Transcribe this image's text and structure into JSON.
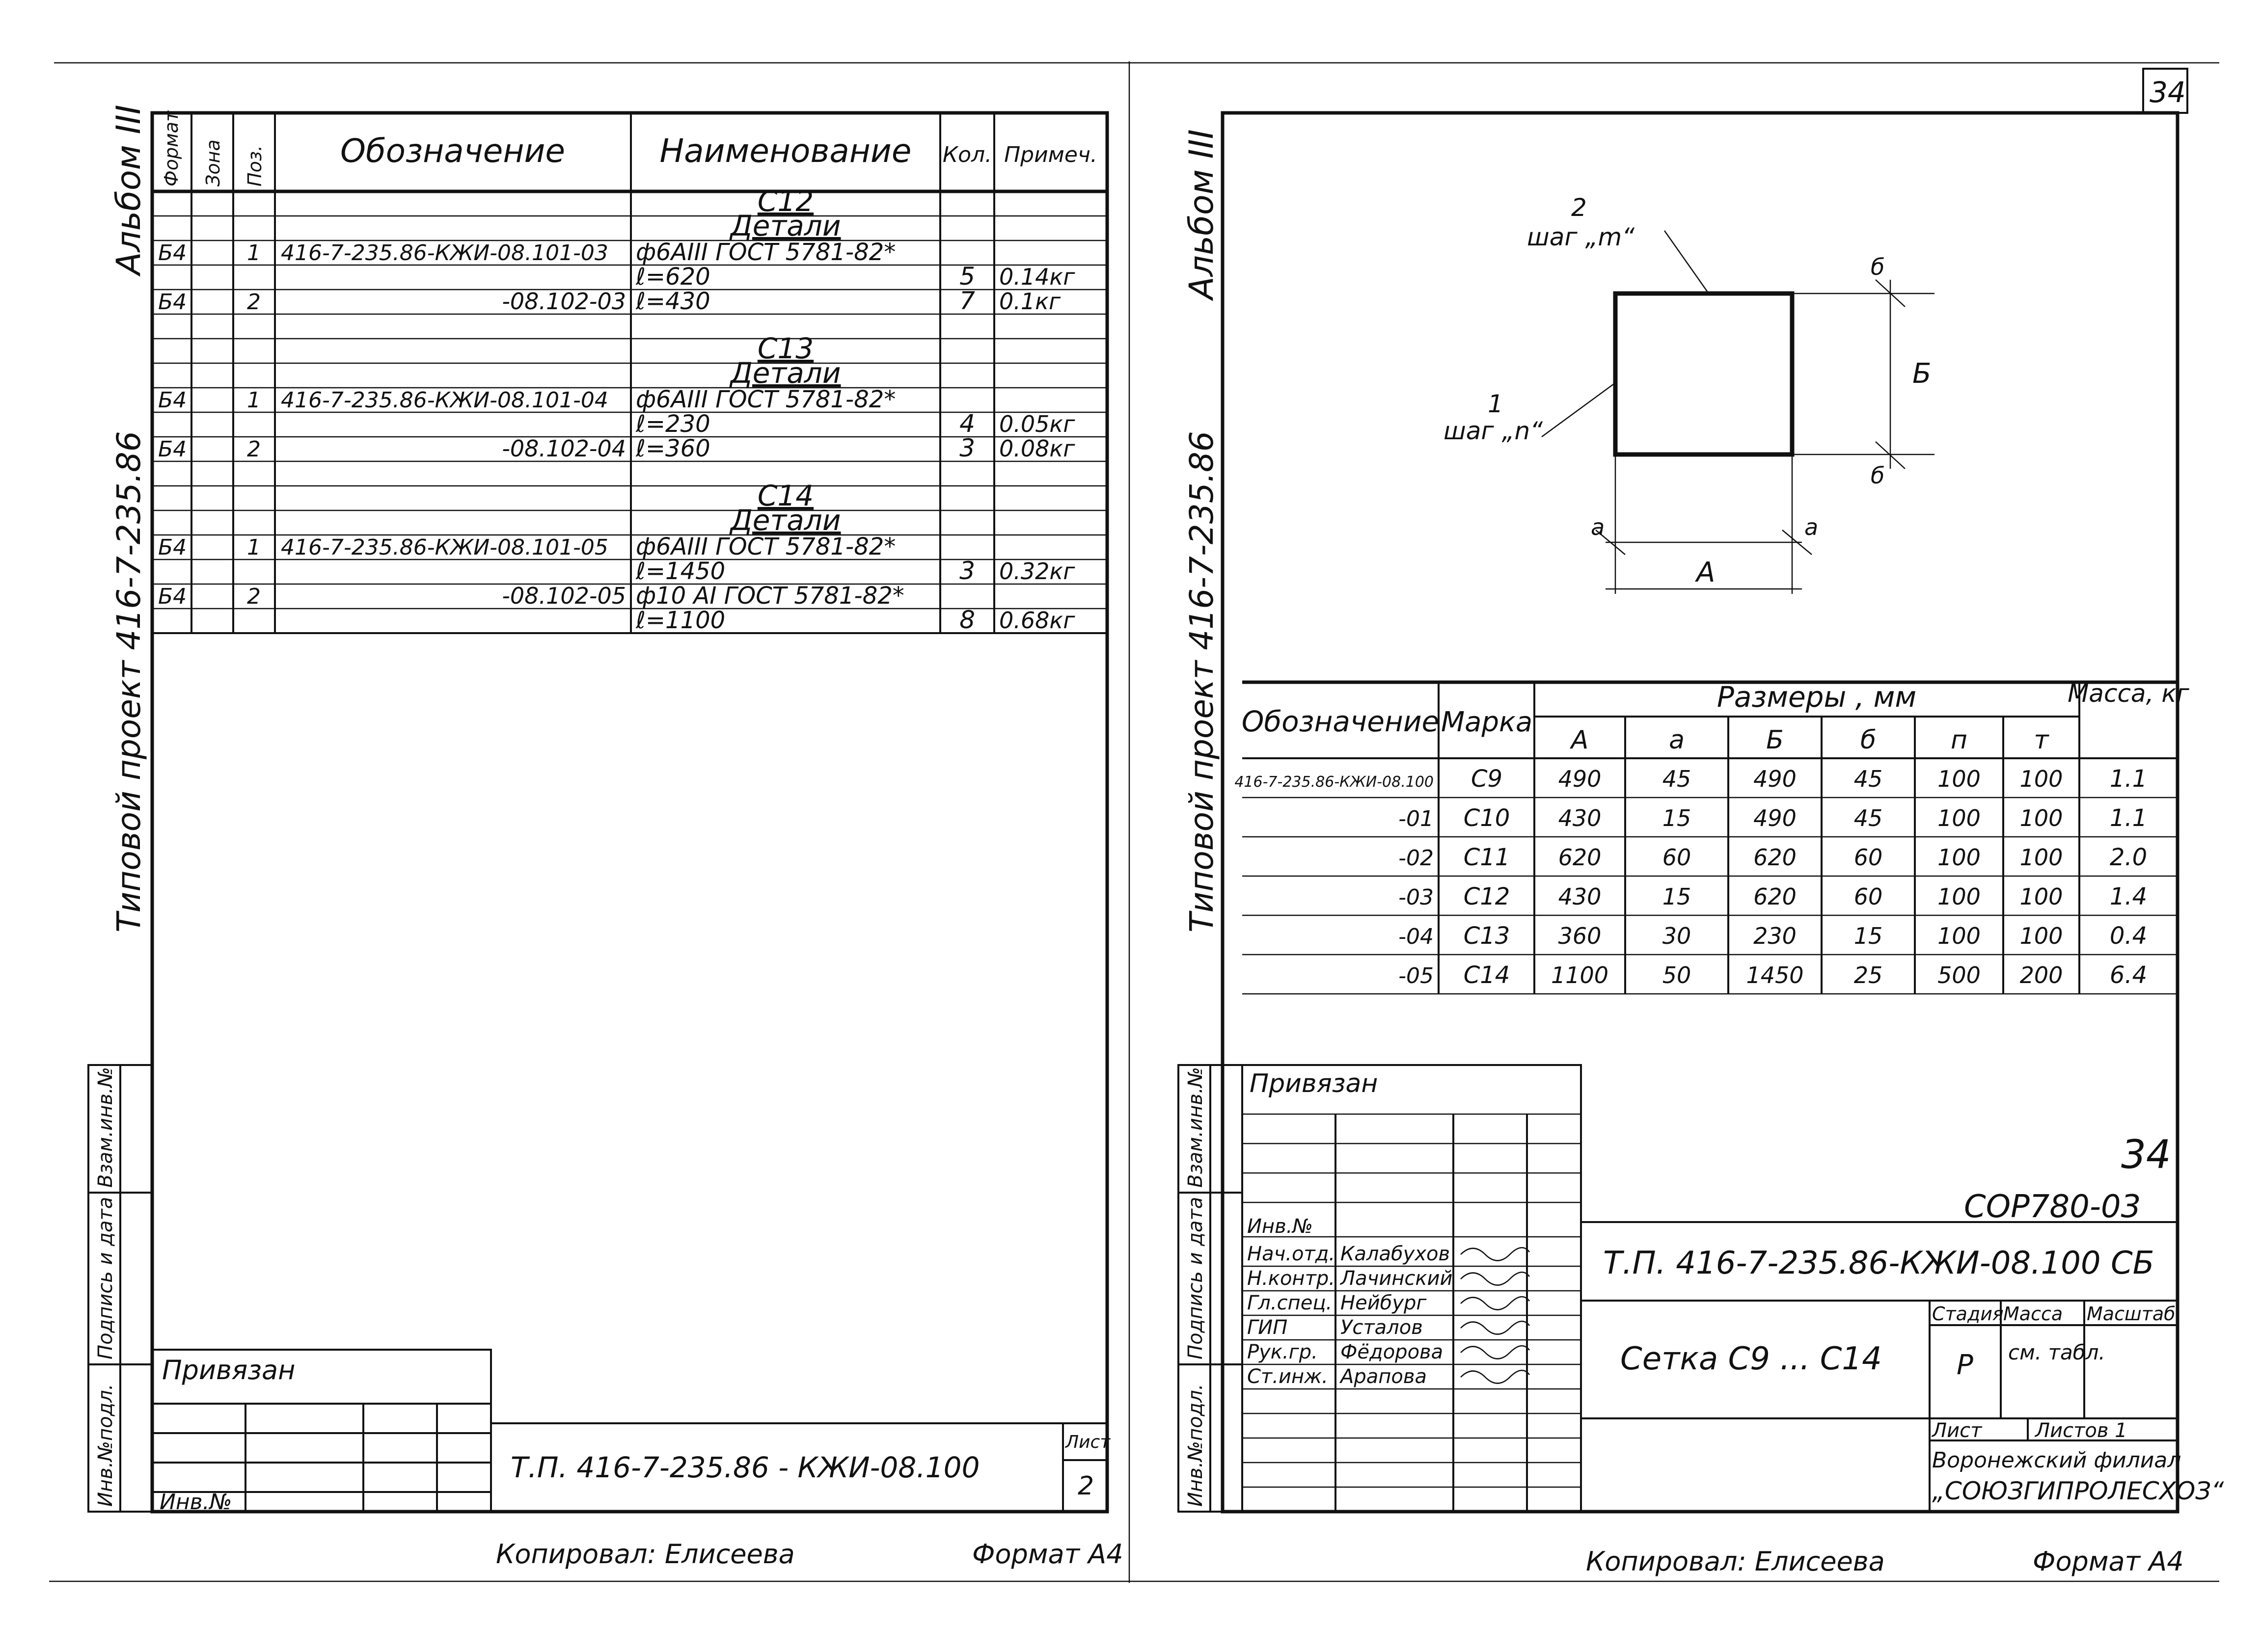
{
  "page_number": "34",
  "left": {
    "vert_album": "Альбом III",
    "vert_project": "Типовой проект 416-7-235.86",
    "headers": {
      "format": "Формат",
      "zone": "Зона",
      "pos": "Поз.",
      "designation": "Обозначение",
      "name": "Наименование",
      "qty": "Кол.",
      "note": "Примеч."
    },
    "rows": [
      {
        "format": "",
        "pos": "",
        "designation": "",
        "name": "С12",
        "qty": "",
        "note": "",
        "title": true
      },
      {
        "format": "",
        "pos": "",
        "designation": "",
        "name": "Детали",
        "qty": "",
        "note": "",
        "title": true
      },
      {
        "format": "Б4",
        "pos": "1",
        "designation": "416-7-235.86-КЖИ-08.101-03",
        "name": "ф6АIII ГОСТ 5781-82*",
        "qty": "",
        "note": ""
      },
      {
        "format": "",
        "pos": "",
        "designation": "",
        "name": "ℓ=620",
        "qty": "5",
        "note": "0.14кг"
      },
      {
        "format": "Б4",
        "pos": "2",
        "designation": "-08.102-03",
        "name": "ℓ=430",
        "qty": "7",
        "note": "0.1кг"
      },
      {
        "format": "",
        "pos": "",
        "designation": "",
        "name": "",
        "qty": "",
        "note": ""
      },
      {
        "format": "",
        "pos": "",
        "designation": "",
        "name": "С13",
        "qty": "",
        "note": "",
        "title": true
      },
      {
        "format": "",
        "pos": "",
        "designation": "",
        "name": "Детали",
        "qty": "",
        "note": "",
        "title": true
      },
      {
        "format": "Б4",
        "pos": "1",
        "designation": "416-7-235.86-КЖИ-08.101-04",
        "name": "ф6АIII ГОСТ 5781-82*",
        "qty": "",
        "note": ""
      },
      {
        "format": "",
        "pos": "",
        "designation": "",
        "name": "ℓ=230",
        "qty": "4",
        "note": "0.05кг"
      },
      {
        "format": "Б4",
        "pos": "2",
        "designation": "-08.102-04",
        "name": "ℓ=360",
        "qty": "3",
        "note": "0.08кг"
      },
      {
        "format": "",
        "pos": "",
        "designation": "",
        "name": "",
        "qty": "",
        "note": ""
      },
      {
        "format": "",
        "pos": "",
        "designation": "",
        "name": "С14",
        "qty": "",
        "note": "",
        "title": true
      },
      {
        "format": "",
        "pos": "",
        "designation": "",
        "name": "Детали",
        "qty": "",
        "note": "",
        "title": true
      },
      {
        "format": "Б4",
        "pos": "1",
        "designation": "416-7-235.86-КЖИ-08.101-05",
        "name": "ф6АIII ГОСТ 5781-82*",
        "qty": "",
        "note": ""
      },
      {
        "format": "",
        "pos": "",
        "designation": "",
        "name": "ℓ=1450",
        "qty": "3",
        "note": "0.32кг"
      },
      {
        "format": "Б4",
        "pos": "2",
        "designation": "-08.102-05",
        "name": "ф10 АI ГОСТ 5781-82*",
        "qty": "",
        "note": ""
      },
      {
        "format": "",
        "pos": "",
        "designation": "",
        "name": "ℓ=1100",
        "qty": "8",
        "note": "0.68кг"
      }
    ],
    "side_labels": [
      "Взам.инв.№",
      "Подпись и дата",
      "Инв.№подл."
    ],
    "privyazan": "Привязан",
    "inv_no": "Инв.№",
    "doc_code": "Т.П. 416-7-235.86 - КЖИ-08.100",
    "sheet_label": "Лист",
    "sheet_no": "2",
    "copied_by": "Копировал: Елисеева",
    "format": "Формат А4"
  },
  "right": {
    "page_corner": "34",
    "vert_album": "Альбом III",
    "vert_project": "Типовой проект 416-7-235.86",
    "diagram": {
      "label_2": "2",
      "label_step_m": "шаг „m“",
      "label_1": "1",
      "label_step_n": "шаг „n“",
      "dim_b_small": "б",
      "dim_B": "Б",
      "dim_a": "а",
      "dim_A": "А"
    },
    "table": {
      "col_designation": "Обозначение",
      "col_mark": "Марка",
      "col_sizes": "Размеры , мм",
      "col_mass": "Масса, кг",
      "size_cols": [
        "А",
        "а",
        "Б",
        "б",
        "п",
        "т"
      ],
      "rows": [
        {
          "designation": "416-7-235.86-КЖИ-08.100",
          "mark": "С9",
          "A": "490",
          "a": "45",
          "B": "490",
          "b": "45",
          "n": "100",
          "m": "100",
          "mass": "1.1"
        },
        {
          "designation": "-01",
          "mark": "С10",
          "A": "430",
          "a": "15",
          "B": "490",
          "b": "45",
          "n": "100",
          "m": "100",
          "mass": "1.1"
        },
        {
          "designation": "-02",
          "mark": "С11",
          "A": "620",
          "a": "60",
          "B": "620",
          "b": "60",
          "n": "100",
          "m": "100",
          "mass": "2.0"
        },
        {
          "designation": "-03",
          "mark": "С12",
          "A": "430",
          "a": "15",
          "B": "620",
          "b": "60",
          "n": "100",
          "m": "100",
          "mass": "1.4"
        },
        {
          "designation": "-04",
          "mark": "С13",
          "A": "360",
          "a": "30",
          "B": "230",
          "b": "15",
          "n": "100",
          "m": "100",
          "mass": "0.4"
        },
        {
          "designation": "-05",
          "mark": "С14",
          "A": "1100",
          "a": "50",
          "B": "1450",
          "b": "25",
          "n": "500",
          "m": "200",
          "mass": "6.4"
        }
      ]
    },
    "side_labels": [
      "Взам.инв.№",
      "Подпись и дата",
      "Инв.№подл."
    ],
    "privyazan": "Привязан",
    "stamp_34": "34",
    "stamp_code": "СОР780-03",
    "inv_no": "Инв.№",
    "staff": [
      {
        "role": "Нач.отд.",
        "name": "Калабухов"
      },
      {
        "role": "Н.контр.",
        "name": "Лачинский"
      },
      {
        "role": "Гл.спец.",
        "name": "Нейбург"
      },
      {
        "role": "ГИП",
        "name": "Усталов"
      },
      {
        "role": "Рук.гр.",
        "name": "Фёдорова"
      },
      {
        "role": "Ст.инж.",
        "name": "Арапова"
      }
    ],
    "doc_code": "Т.П. 416-7-235.86-КЖИ-08.100 СБ",
    "doc_title": "Сетка С9 ... С14",
    "stage_label": "Стадия",
    "mass_label": "Масса",
    "scale_label": "Масштаб",
    "stage_value": "Р",
    "mass_value": "см. табл.",
    "sheet_label": "Лист",
    "sheets_label": "Листов 1",
    "org_line1": "Воронежский филиал",
    "org_line2": "„СОЮЗГИПРОЛЕСХОЗ“",
    "copied_by": "Копировал: Елисеева",
    "format": "Формат А4"
  }
}
